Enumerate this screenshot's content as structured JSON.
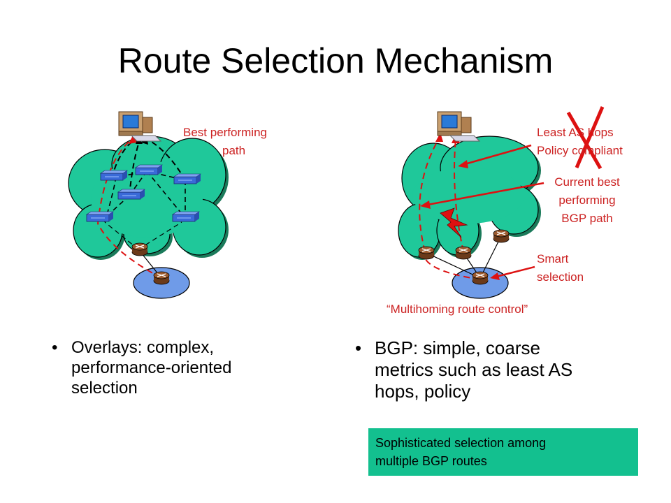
{
  "title": "Route Selection Mechanism",
  "left_diagram": {
    "label_line1": "Best performing",
    "label_line2": "path"
  },
  "right_diagram": {
    "label_least_as_line1": "Least AS hops",
    "label_least_as_line2": "Policy compliant",
    "label_current_line1": "Current best",
    "label_current_line2": "performing",
    "label_current_line3": "BGP path",
    "label_smart_line1": "Smart",
    "label_smart_line2": "selection",
    "caption": "“Multihoming route control”"
  },
  "bullets": {
    "left_line1": "Overlays: complex,",
    "left_line2": "performance-oriented",
    "left_line3": "selection",
    "right_line1": "BGP: simple, coarse",
    "right_line2": "metrics such as least AS",
    "right_line3": "hops, policy",
    "marker": "•"
  },
  "note": {
    "line1": "Sophisticated selection among",
    "line2": "multiple BGP routes"
  },
  "colors": {
    "cloud": "#1fc89a",
    "accent_red": "#dd1111",
    "ellipse": "#6f9be8",
    "note_bg": "#13c08f"
  }
}
